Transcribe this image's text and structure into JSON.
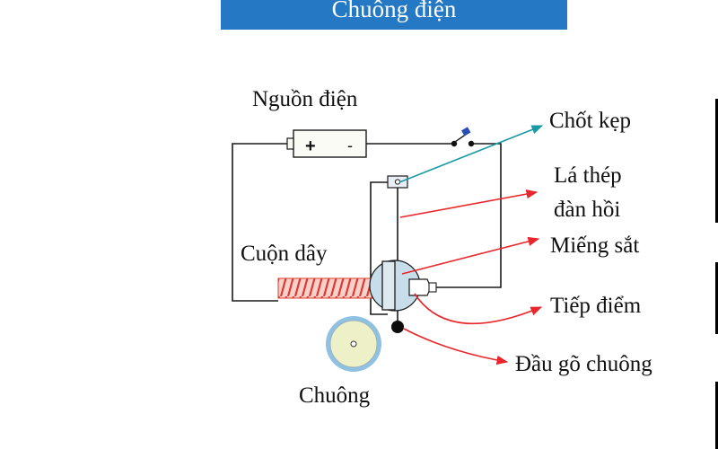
{
  "title": "Chuông điện",
  "colors": {
    "title_bg": "#2478c4",
    "wire": "#1a1a1a",
    "coil": "#e03a2e",
    "arrow_red": "#e8262c",
    "arrow_teal": "#1a9aa6",
    "bell_fill": "#eef0c8",
    "bell_ring": "#8fc1e3",
    "armature": "#c7dde9"
  },
  "labels": {
    "power_source": "Nguồn điện",
    "plus": "+",
    "minus": "-",
    "clamp": "Chốt kẹp",
    "spring_steel_1": "Lá thép",
    "spring_steel_2": "đàn hồi",
    "iron_piece": "Miếng sắt",
    "contact": "Tiếp điểm",
    "coil": "Cuộn dây",
    "hammer": "Đầu gõ chuông",
    "bell": "Chuông"
  }
}
